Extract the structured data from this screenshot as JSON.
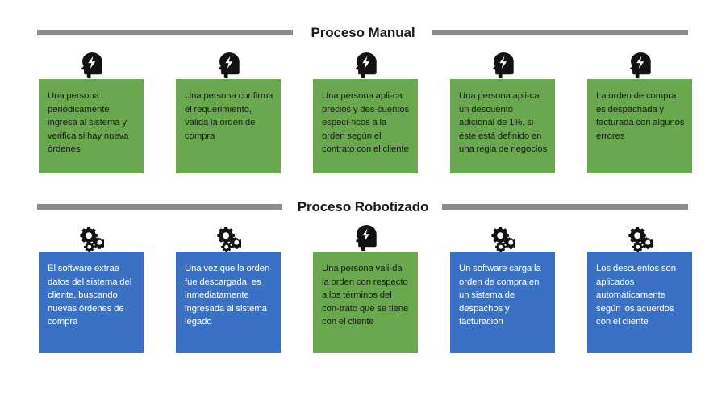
{
  "page": {
    "background": "#ffffff",
    "colors": {
      "green": "#6aa84f",
      "blue": "#3b71c4",
      "bar_gray": "#8c8c8c",
      "dark_text": "#1a1a1a",
      "light_text": "#ffffff"
    }
  },
  "sections": [
    {
      "id": "proceso-manual",
      "title": "Proceso Manual",
      "steps": [
        {
          "icon": "head-lightning-icon",
          "box_color": "green",
          "text": "Una persona periódicamente ingresa al sistema y verifica si hay nueva órdenes"
        },
        {
          "icon": "head-lightning-icon",
          "box_color": "green",
          "text": "Una persona confirma el requerimiento, valida la orden de compra"
        },
        {
          "icon": "head-lightning-icon",
          "box_color": "green",
          "text": "Una persona apli-ca precios y des-cuentos especí-ficos a la orden según el contrato con el cliente"
        },
        {
          "icon": "head-lightning-icon",
          "box_color": "green",
          "text": "Una persona apli-ca un descuento adicional de 1%, si éste está definido en una regla de negocios"
        },
        {
          "icon": "head-lightning-icon",
          "box_color": "green",
          "text": "La orden de compra es despachada y facturada con algunos errores"
        }
      ]
    },
    {
      "id": "proceso-robotizado",
      "title": "Proceso Robotizado",
      "steps": [
        {
          "icon": "gears-icon",
          "box_color": "blue",
          "text": "El software extrae datos del sistema del cliente, buscando nuevas órdenes de compra"
        },
        {
          "icon": "gears-icon",
          "box_color": "blue",
          "text": "Una vez que la orden fue descargada, es inmediatamente ingresada al sistema legado"
        },
        {
          "icon": "head-lightning-icon",
          "box_color": "green",
          "text": "Una persona vali-da la orden con respecto a los términos del con-trato que se tiene con el cliente"
        },
        {
          "icon": "gears-icon",
          "box_color": "blue",
          "text": "Un software carga la orden de compra en un sistema de despachos y facturación"
        },
        {
          "icon": "gears-icon",
          "box_color": "blue",
          "text": "Los descuentos son aplicados automáticamente según los acuerdos con el cliente"
        }
      ]
    }
  ]
}
